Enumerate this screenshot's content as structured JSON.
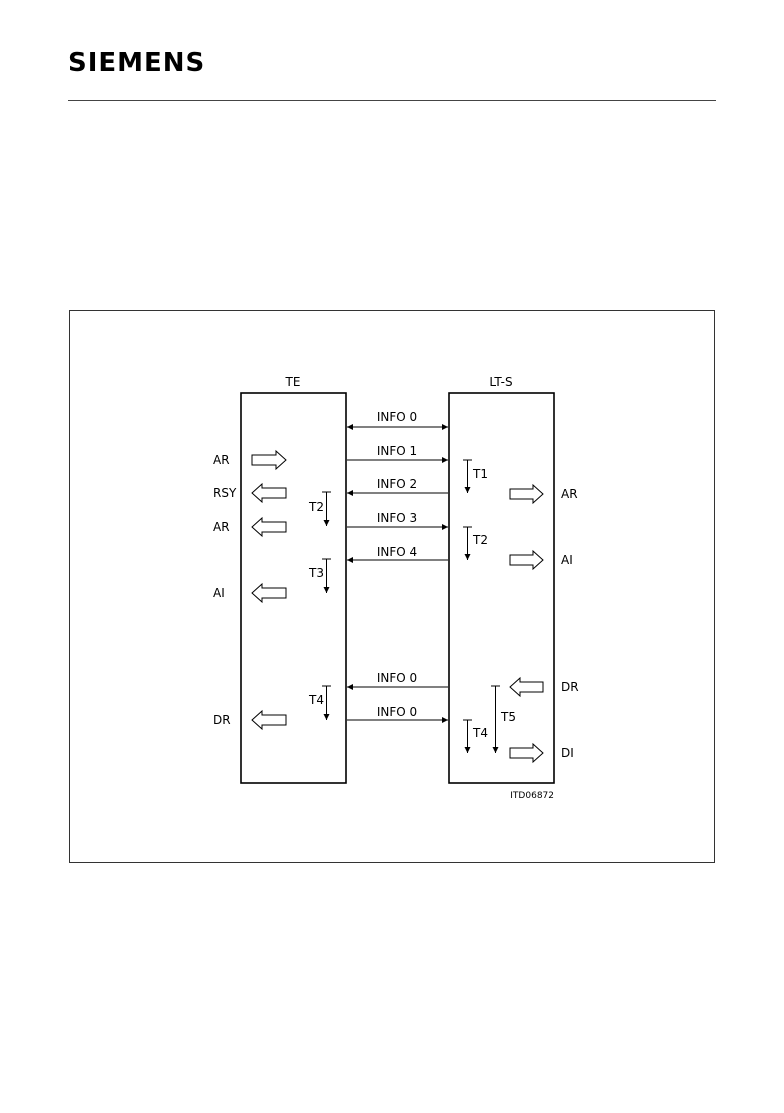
{
  "header": {
    "brand": "SIEMENS"
  },
  "diagram": {
    "te_label": "TE",
    "lts_label": "LT-S",
    "figure_code": "ITD06872",
    "info_signals": [
      "INFO 0",
      "INFO 1",
      "INFO 2",
      "INFO 3",
      "INFO 4",
      "INFO 0",
      "INFO 0"
    ],
    "te_side_labels": [
      "AR",
      "RSY",
      "AR",
      "AI",
      "DR"
    ],
    "lts_side_labels": [
      "AR",
      "AI",
      "DR",
      "DI"
    ],
    "te_timers": [
      "T2",
      "T3",
      "T4"
    ],
    "lts_timers": [
      "T1",
      "T2",
      "T4",
      "T5"
    ]
  }
}
